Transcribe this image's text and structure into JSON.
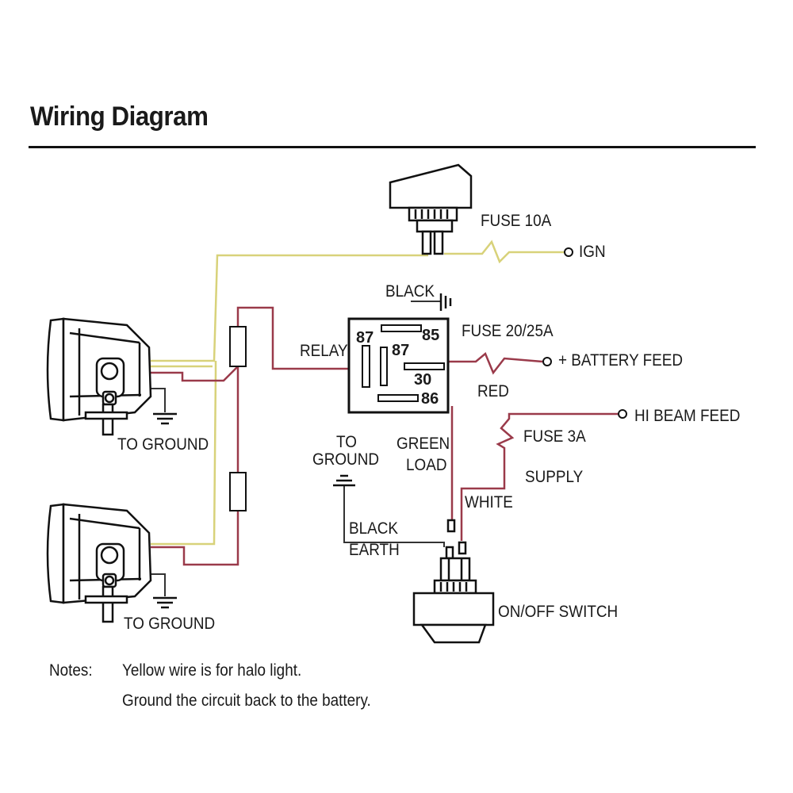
{
  "title": "Wiring Diagram",
  "labels": {
    "fuse_10a": "FUSE 10A",
    "ign": "IGN",
    "black_top": "BLACK",
    "fuse_20_25a": "FUSE 20/25A",
    "relay": "RELAY",
    "battery_feed": "+ BATTERY FEED",
    "red": "RED",
    "hi_beam_feed": "HI BEAM FEED",
    "fuse_3a": "FUSE 3A",
    "supply": "SUPPLY",
    "to_ground_1": "TO GROUND",
    "to_ground_2_line1": "TO",
    "to_ground_2_line2": "GROUND",
    "green": "GREEN",
    "load": "LOAD",
    "white": "WHITE",
    "black_earth_1": "BLACK",
    "black_earth_2": "EARTH",
    "on_off_switch": "ON/OFF SWITCH",
    "to_ground_3": "TO GROUND"
  },
  "relay_pins": {
    "p87_left": "87",
    "p85": "85",
    "p87_center": "87",
    "p30": "30",
    "p86": "86"
  },
  "notes": {
    "heading": "Notes:",
    "line1": "Yellow wire is for halo light.",
    "line2": "Ground the circuit back to the battery."
  },
  "colors": {
    "yellow_wire": "#d8d27a",
    "red_wire": "#9a3a4a",
    "black_wire": "#333333"
  }
}
